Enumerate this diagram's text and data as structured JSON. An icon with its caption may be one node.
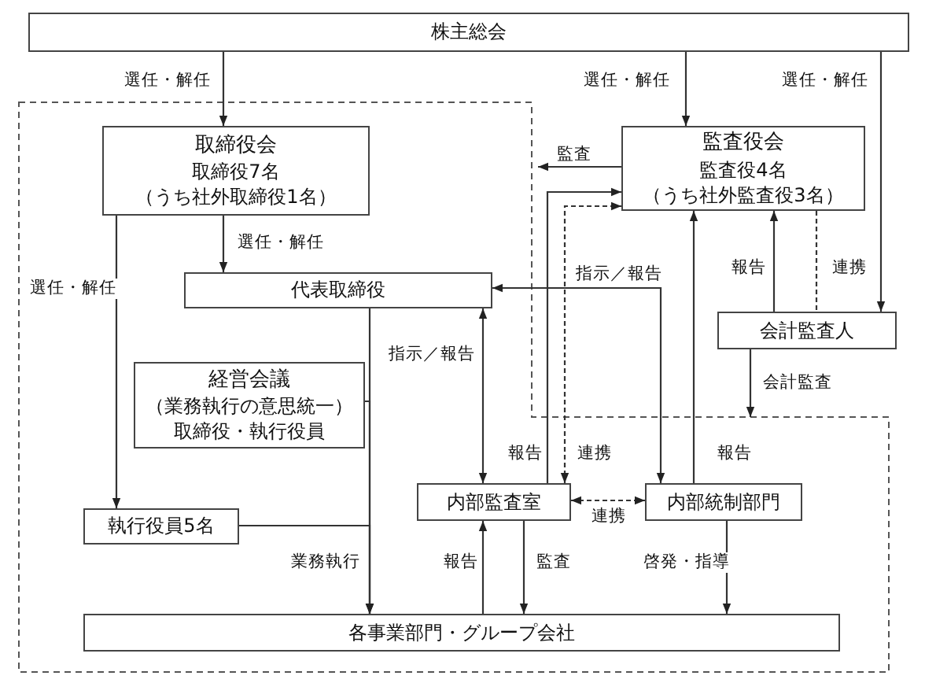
{
  "diagram": {
    "nodes": [
      {
        "text": [
          "株主総会"
        ]
      },
      {
        "text": [
          "取締役会",
          "取締役7名",
          "（うち社外取締役1名）"
        ]
      },
      {
        "text": [
          "監査役会",
          "監査役4名",
          "（うち社外監査役3名）"
        ]
      },
      {
        "text": [
          "代表取締役"
        ]
      },
      {
        "text": [
          "会計監査人"
        ]
      },
      {
        "text": [
          "経営会議",
          "（業務執行の意思統一）",
          "取締役・執行役員"
        ]
      },
      {
        "text": [
          "執行役員5名"
        ]
      },
      {
        "text": [
          "内部監査室"
        ]
      },
      {
        "text": [
          "内部統制部門"
        ]
      },
      {
        "text": [
          "各事業部門・グループ会社"
        ]
      }
    ],
    "edges": [
      {
        "from": 0,
        "to": 1,
        "arrow": "to",
        "label": "選任・解任"
      },
      {
        "from": 0,
        "to": 2,
        "arrow": "to",
        "label": "選任・解任"
      },
      {
        "from": 0,
        "to": 4,
        "arrow": "to",
        "label": "選任・解任"
      },
      {
        "from": 1,
        "to": 3,
        "arrow": "to",
        "label": "選任・解任"
      },
      {
        "from": 1,
        "to": 6,
        "arrow": "to",
        "label": "選任・解任"
      },
      {
        "from": 2,
        "to": null,
        "arrow": "to",
        "label": "監査"
      },
      {
        "from": 3,
        "to": 8,
        "arrow": "both",
        "label": "指示／報告"
      },
      {
        "from": 3,
        "to": 7,
        "arrow": "both",
        "label": "指示／報告"
      },
      {
        "from": 3,
        "to": 9,
        "arrow": "to",
        "label": "業務執行"
      },
      {
        "from": 5,
        "to": 9,
        "arrow": "to"
      },
      {
        "from": 6,
        "to": 9,
        "arrow": "to"
      },
      {
        "from": 7,
        "to": 2,
        "arrow": "to",
        "label": "報告"
      },
      {
        "from": 7,
        "to": 2,
        "arrow": "both",
        "label": "連携",
        "style": "dashed"
      },
      {
        "from": 8,
        "to": 2,
        "arrow": "to",
        "label": "報告"
      },
      {
        "from": 4,
        "to": 2,
        "arrow": "to",
        "label": "報告"
      },
      {
        "from": 4,
        "to": 2,
        "arrow": "both",
        "label": "連携",
        "style": "dashed"
      },
      {
        "from": 4,
        "to": null,
        "arrow": "to",
        "label": "会計監査"
      },
      {
        "from": 7,
        "to": 8,
        "arrow": "both",
        "label": "連携",
        "style": "dashed"
      },
      {
        "from": 9,
        "to": 7,
        "arrow": "to",
        "label": "報告"
      },
      {
        "from": 7,
        "to": 9,
        "arrow": "to",
        "label": "監査"
      },
      {
        "from": 8,
        "to": 9,
        "arrow": "to",
        "label": "啓発・指導"
      }
    ]
  }
}
